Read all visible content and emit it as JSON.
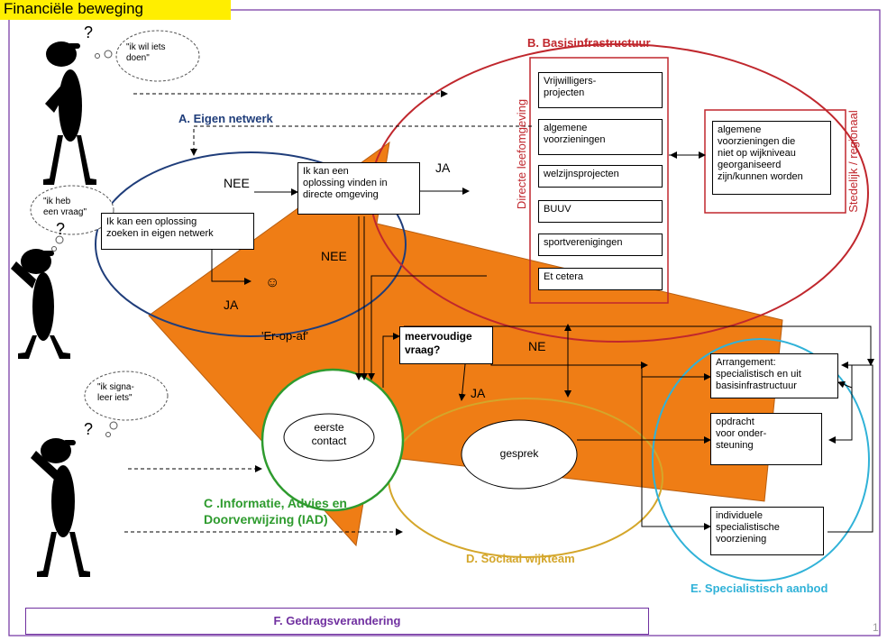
{
  "banner": "Financiële beweging",
  "page_number": "1",
  "colors": {
    "orange": "#ef7d15",
    "blue": "#1f3d7a",
    "red": "#c0272d",
    "green": "#2e9b2e",
    "yellow": "#d4a62a",
    "cyan": "#30b2d8",
    "purple": "#7030a0",
    "banner": "#ffee00"
  },
  "sections": {
    "a": "A. Eigen netwerk",
    "b": "B. Basisinfrastructuur",
    "c": "C .Informatie, Advies en\nDoorverwijzing (IAD)",
    "d": "D. Sociaal wijkteam",
    "e": "E. Specialistisch aanbod",
    "f": "F. Gedragsverandering"
  },
  "bubbles": {
    "top": "\"ik wil iets\ndoen\"",
    "mid": "\"ik heb\neen vraag\"",
    "bottom": "\"ik signa-\nleer iets\""
  },
  "question_mark": "?",
  "flow": {
    "eigen_netwerk_box": "Ik kan een oplossing\nzoeken in eigen netwerk",
    "directe_omgeving_box": "Ik kan een\noplossing vinden in\ndirecte omgeving",
    "meervoudige_box": "meervoudige\nvraag?",
    "nee_top": "NEE",
    "nee_mid": "NEE",
    "ja_top": "JA",
    "ja_left": "JA",
    "ja_mid": "JA",
    "ne": "NE",
    "smiley": "☺",
    "er_op_af": "'Er-op-af'",
    "eerste_contact": "eerste\ncontact",
    "gesprek": "gesprek"
  },
  "directe_leefomgeving": "Directe leefomgeving",
  "stedelijk": "Stedelijk / regionaal",
  "basis_items": [
    "Vrijwilligers-\nprojecten",
    "algemene\nvoorzieningen",
    "welzijnsprojecten",
    "BUUV",
    "sportverenigingen",
    "Et cetera"
  ],
  "stedelijk_box": "algemene\nvoorzieningen die\nniet op wijkniveau\ngeorganiseerd\nzijn/kunnen worden",
  "specialist_items": [
    "Arrangement:\nspecialistisch en uit\nbasisinfrastructuur",
    "opdracht\nvoor onder-\nsteuning",
    "individuele\nspecialistische\nvoorziening"
  ]
}
